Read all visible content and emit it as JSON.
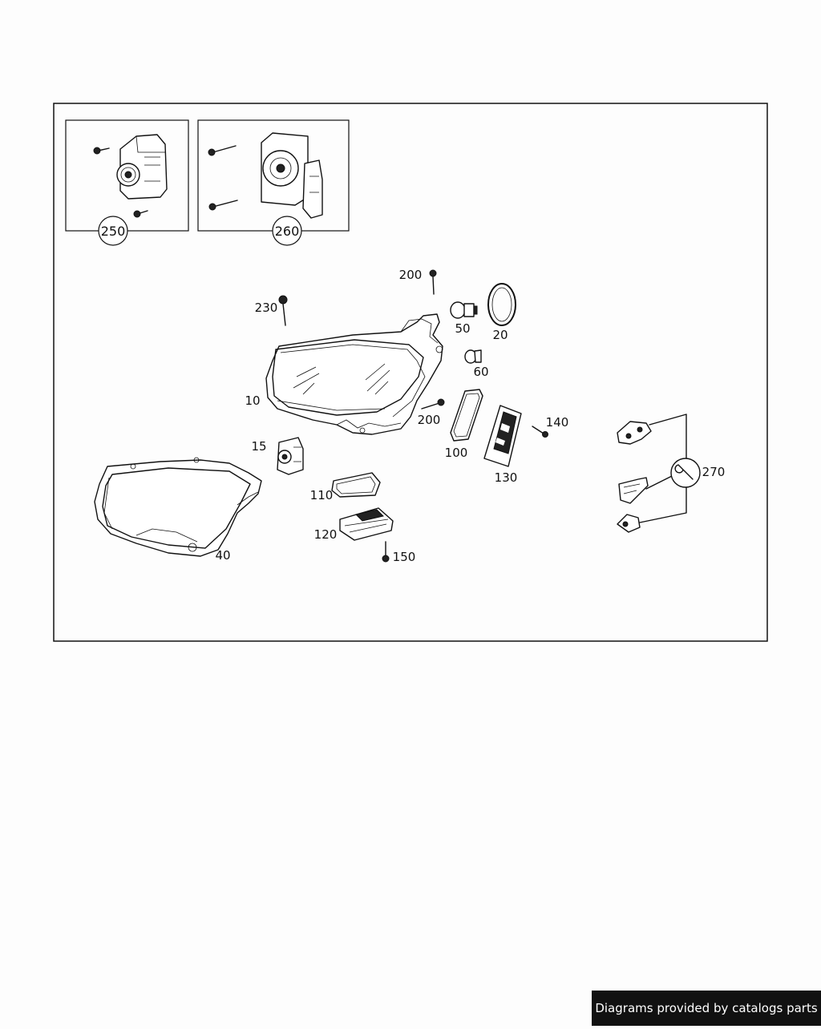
{
  "callouts": {
    "c10": "10",
    "c15": "15",
    "c20": "20",
    "c40": "40",
    "c50": "50",
    "c60": "60",
    "c100": "100",
    "c110": "110",
    "c120": "120",
    "c130": "130",
    "c140": "140",
    "c150": "150",
    "c200a": "200",
    "c200b": "200",
    "c230": "230",
    "c270": "270"
  },
  "inset_callouts": {
    "i250": "250",
    "i260": "260"
  },
  "footer": {
    "text": "Diagrams provided by catalogs parts"
  }
}
